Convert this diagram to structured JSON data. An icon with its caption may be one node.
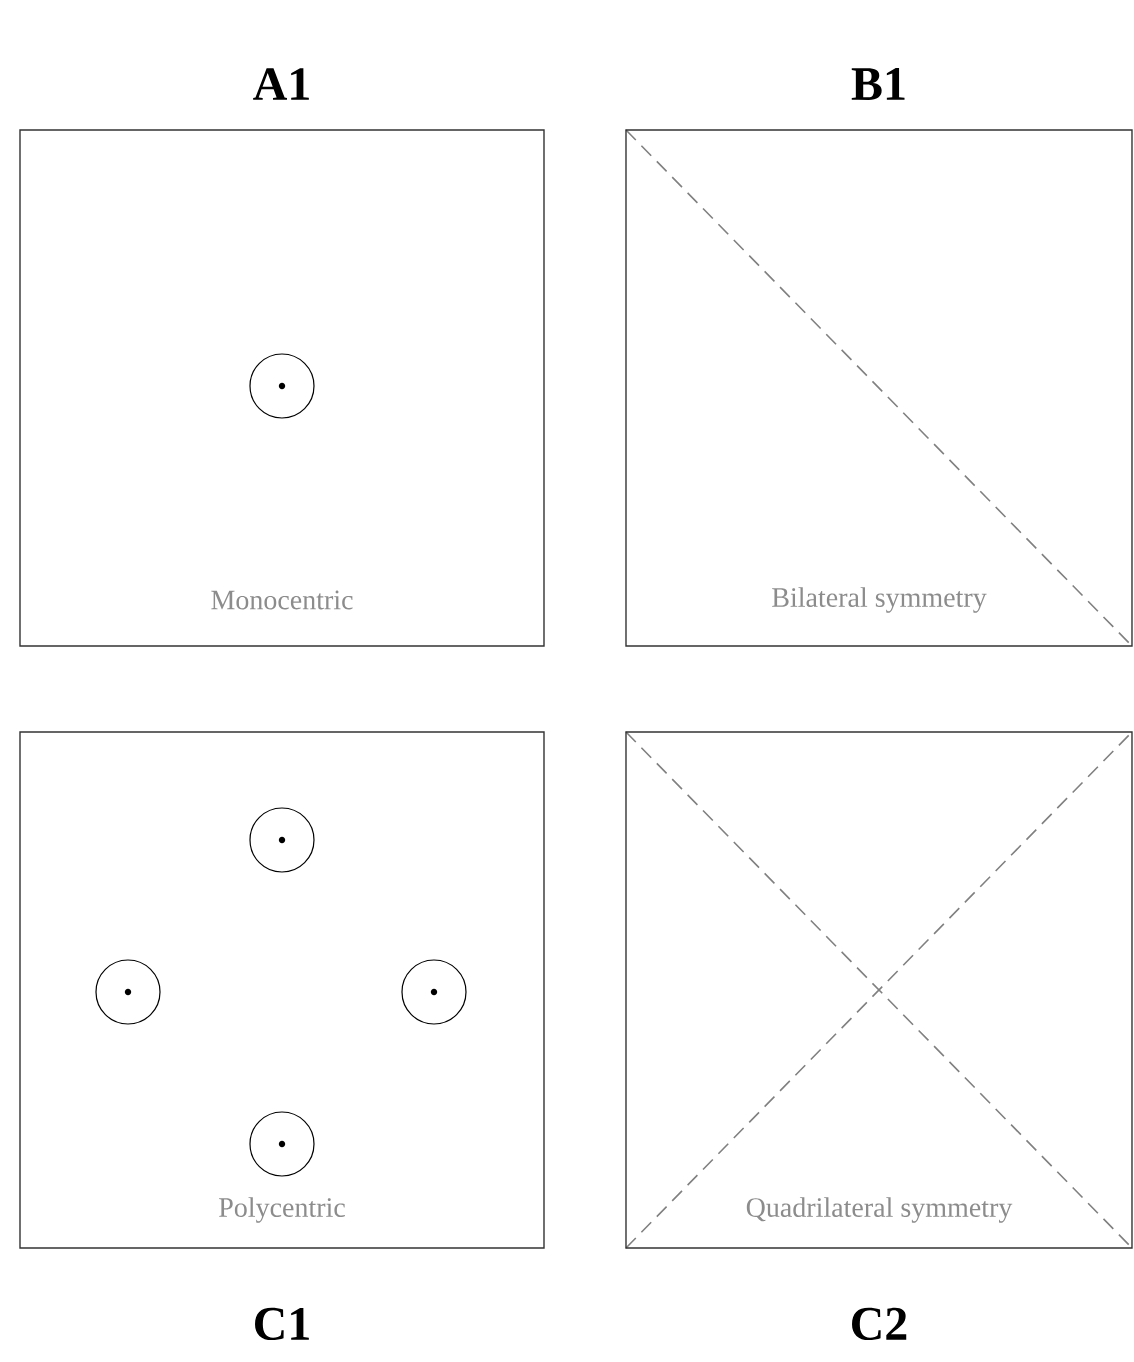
{
  "diagram": {
    "nodes": [
      {
        "text": [
          "A1",
          "Monocentric"
        ]
      },
      {
        "text": [
          "B1",
          "Bilateral symmetry"
        ]
      },
      {
        "text": [
          "Polycentric",
          "C1"
        ]
      },
      {
        "text": [
          "Quadrilateral symmetry",
          "C2"
        ]
      }
    ]
  }
}
